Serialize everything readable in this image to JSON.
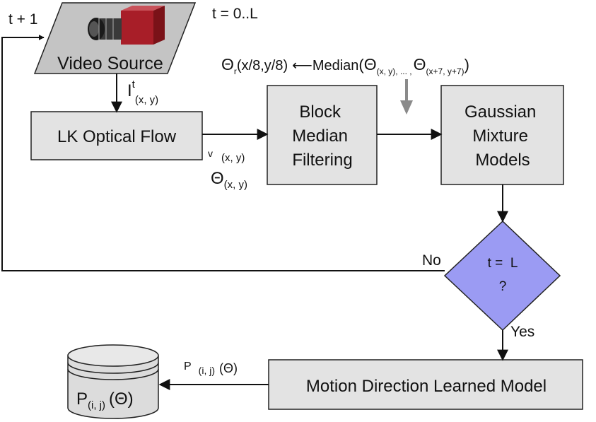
{
  "colors": {
    "box_fill": "#e3e3e3",
    "decision_fill": "#9b9bf3",
    "source_fill": "#c4c4c4",
    "stroke": "#222222",
    "hint_arrow": "#8a8a8a"
  },
  "source": {
    "label": "Video Source",
    "icon": "camera-icon"
  },
  "labels": {
    "t_plus_one": "t + 1",
    "t_range": "t = 0..L",
    "intensity": {
      "main": "I",
      "sup": "t",
      "sub": "(x, y)"
    },
    "velocity": {
      "main": "v",
      "sub": "(x, y)"
    },
    "theta": {
      "main": "Θ",
      "sub": "(x, y)"
    },
    "pij_edge": {
      "main": "P",
      "sub": "(i, j)",
      "arg": "(Θ)"
    },
    "median_formula": {
      "lhs_main": "Θ",
      "lhs_sub": "r",
      "lhs_args": "(x/8,y/8)",
      "arrow": "⟵",
      "func": "Median",
      "open": "(",
      "t1_main": "Θ",
      "t1_sub": "(x, y), ... ,",
      "t2_main": "Θ",
      "t2_sub": "(x+7, y+7)",
      "close": ")"
    }
  },
  "nodes": {
    "lk": "LK Optical Flow",
    "block": [
      "Block",
      "Median",
      "Filtering"
    ],
    "gmm": [
      "Gaussian",
      "Mixture",
      "Models"
    ],
    "motion": "Motion Direction Learned Model"
  },
  "decision": {
    "line1": "t =  L",
    "line2": "?",
    "no": "No",
    "yes": "Yes"
  },
  "store": {
    "main": "P",
    "sub": "(i, j)",
    "arg": "(Θ)"
  }
}
